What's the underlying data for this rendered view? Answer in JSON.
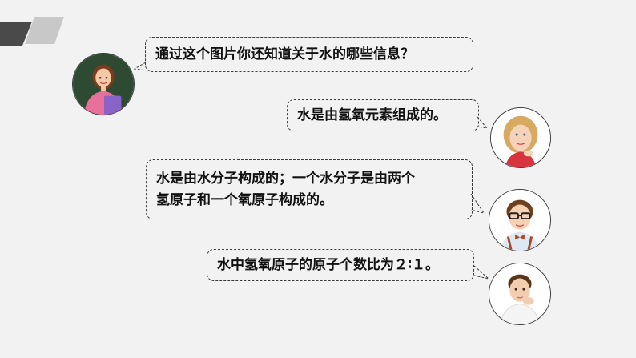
{
  "slide": {
    "question": "通过这个图片你还知道关于水的哪些信息？",
    "answer_1": "水是由氢氧元素组成的。",
    "answer_2": "水是由水分子构成的；一个水分子是由两个\n氢原子和一个氧原子构成的。",
    "answer_3": "水中氢氧原子的原子个数比为２∶１。"
  },
  "colors": {
    "background": "#f2f2f2",
    "deco_dark": "#4a4a4a",
    "deco_light": "#c8c8c8",
    "teacher_bg": "#2f4a32",
    "bubble_border": "#3c3c3c"
  },
  "avatars": [
    "teacher-avatar",
    "girl-student-avatar",
    "boy-glasses-avatar",
    "boy-student-avatar"
  ]
}
